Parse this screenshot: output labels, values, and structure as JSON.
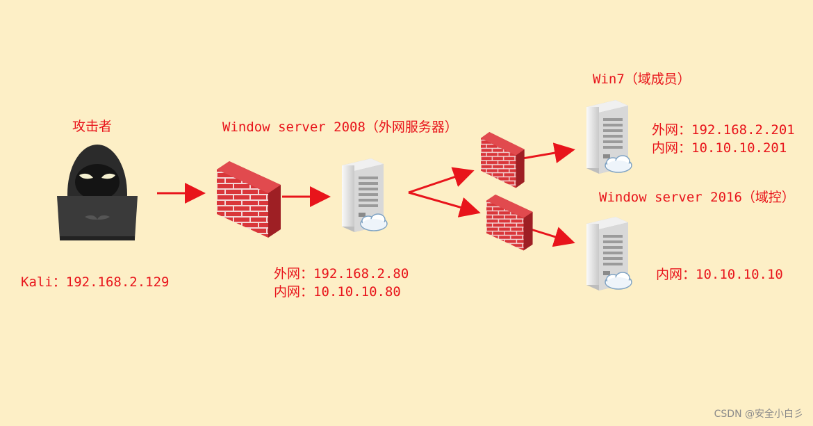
{
  "attacker": {
    "title": "攻击者",
    "ip": "Kali：192.168.2.129"
  },
  "web_server": {
    "title": "Window server 2008（外网服务器）",
    "external_ip": "外网：192.168.2.80",
    "internal_ip": "内网：10.10.10.80"
  },
  "win7": {
    "title": "Win7（域成员）",
    "external_ip": "外网：192.168.2.201",
    "internal_ip": "内网：10.10.10.201"
  },
  "dc": {
    "title": "Window server 2016（域控）",
    "internal_ip": "内网：10.10.10.10"
  },
  "watermark": "CSDN @安全小白彡",
  "colors": {
    "background": "#fdefc6",
    "label_text": "#e8141b",
    "arrow": "#e8141b",
    "firewall_brick": "#d9363a",
    "server_body": "#e6e6e6",
    "hacker": "#2b2b2b"
  },
  "icons": [
    "hacker-icon",
    "firewall-icon",
    "server-icon",
    "cloud-icon",
    "arrow-icon"
  ]
}
